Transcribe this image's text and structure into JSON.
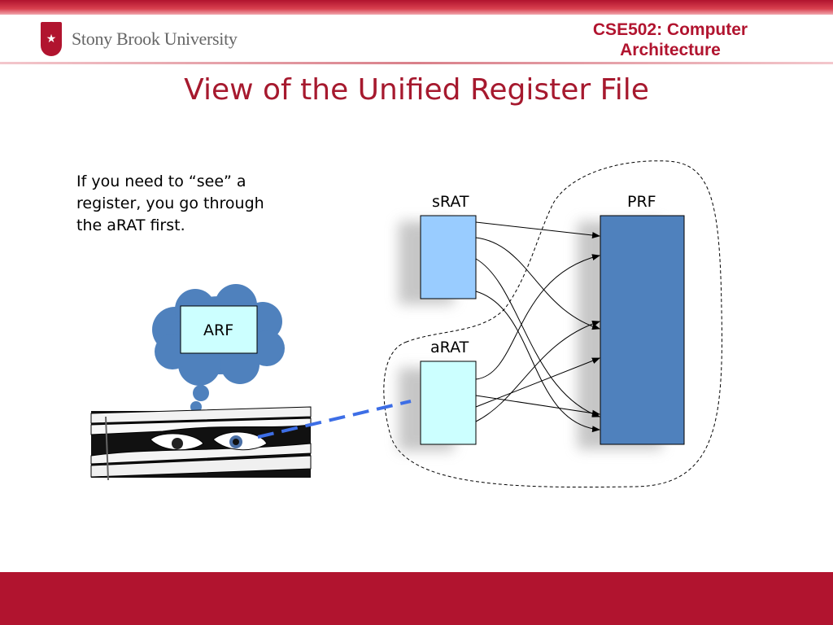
{
  "header": {
    "logo_text": "Stony Brook University",
    "course_line1": "CSE502: Computer",
    "course_line2": "Architecture"
  },
  "slide": {
    "title": "View of the Unified Register File",
    "body_text": "If you need to “see” a register, you go through the aRAT first."
  },
  "diagram": {
    "srat_label": "sRAT",
    "arat_label": "aRAT",
    "prf_label": "PRF",
    "arf_label": "ARF",
    "colors": {
      "srat_fill": "#99ccff",
      "arat_fill": "#ccffff",
      "prf_fill": "#4f81bd",
      "arf_fill": "#ccffff",
      "cloud_fill": "#4f81bd",
      "gaze_line": "#3d6ee6",
      "accent": "#b1142f"
    }
  }
}
